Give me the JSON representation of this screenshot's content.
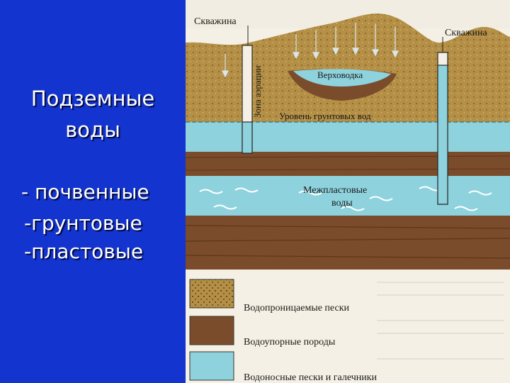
{
  "slide": {
    "title_lines": [
      "Подземные",
      "воды"
    ],
    "types": [
      "- почвенные",
      "-грунтовые",
      "-пластовые"
    ]
  },
  "diagram": {
    "labels": {
      "well_left": "Скважина",
      "well_right": "Скважина",
      "aeration_zone": "Зона аэрации",
      "perched_water": "Верховодка",
      "water_table": "Уровень грунтовых вод",
      "interstratal_1": "Межпластовые",
      "interstratal_2": "воды"
    },
    "legend": [
      {
        "label": "Водопроницаемые пески",
        "color": "#b48f45"
      },
      {
        "label": "Водоупорные породы",
        "color": "#7b4c2b"
      },
      {
        "label": "Водоносные пески и галечники",
        "color": "#8ed2de"
      }
    ]
  },
  "colors": {
    "background": "#1434cf",
    "sand": "#b48f45",
    "clay": "#7b4c2b",
    "water": "#8ed2de",
    "paper": "#f4f0e6"
  }
}
